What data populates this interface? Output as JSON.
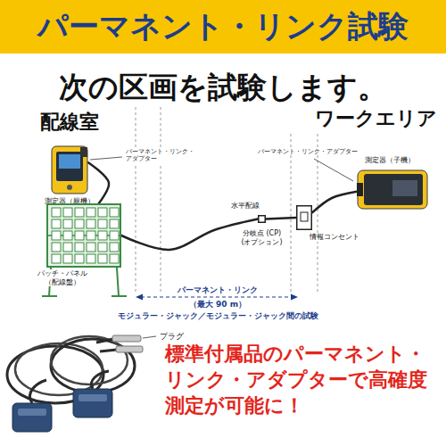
{
  "diagram": {
    "title": "パーマネント・リンク試験",
    "nodes": [
      {
        "text": [
          "測定器（親機）"
        ]
      },
      {
        "text": [
          "パッチ・パネル （配線盤）"
        ]
      },
      {
        "text": [
          "分岐点 (CP) (オプション)"
        ]
      },
      {
        "text": [
          "情報コンセント"
        ]
      },
      {
        "text": [
          "測定器（子機）"
        ]
      }
    ],
    "edges": [
      {
        "from": 0,
        "to": 1,
        "arrow": "none"
      },
      {
        "from": 1,
        "to": 2,
        "label": "水平配線",
        "arrow": "none"
      },
      {
        "from": 2,
        "to": 3,
        "arrow": "none"
      },
      {
        "from": 3,
        "to": 4,
        "arrow": "none"
      }
    ],
    "labels": [
      "次の区画を試験します。",
      "配線室",
      "ワークエリア",
      "パーマネント・リンク・アダプター",
      "パーマネント・リンク・アダプター",
      "パーマネント・リンク",
      "（最大 90 m）",
      "モジュラー・ジャック／モジュラー・ジャック間の試験",
      "プラグ",
      "標準付属品のパーマネント・リンク・アダプターで高確度測定が可能に！"
    ]
  }
}
